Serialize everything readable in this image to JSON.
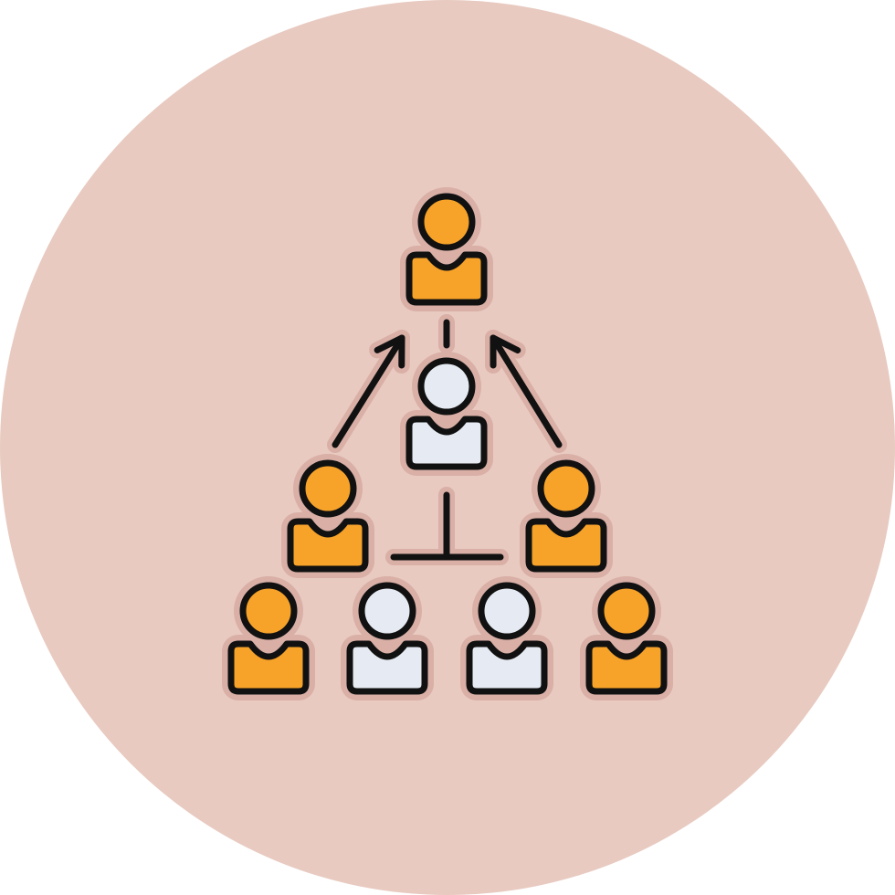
{
  "icon": {
    "name": "organization-hierarchy-icon",
    "colors": {
      "background_circle": "#E8CAC0",
      "halo": "#D9AFA6",
      "outline": "#111111",
      "person_accent": "#F7A229",
      "person_neutral": "#E6EAF2"
    },
    "levels": [
      {
        "level": 1,
        "people": [
          {
            "name": "top-leader",
            "color": "accent"
          }
        ]
      },
      {
        "level": 2,
        "people": [
          {
            "name": "middle-manager",
            "color": "neutral"
          }
        ]
      },
      {
        "level": 3,
        "people": [
          {
            "name": "team-lead-left",
            "color": "accent"
          },
          {
            "name": "team-lead-right",
            "color": "accent"
          }
        ]
      },
      {
        "level": 4,
        "people": [
          {
            "name": "member-1",
            "color": "accent"
          },
          {
            "name": "member-2",
            "color": "neutral"
          },
          {
            "name": "member-3",
            "color": "neutral"
          },
          {
            "name": "member-4",
            "color": "accent"
          }
        ]
      }
    ],
    "arrows": [
      {
        "name": "arrow-up-left",
        "direction": "up"
      },
      {
        "name": "arrow-up-right",
        "direction": "up"
      }
    ]
  }
}
